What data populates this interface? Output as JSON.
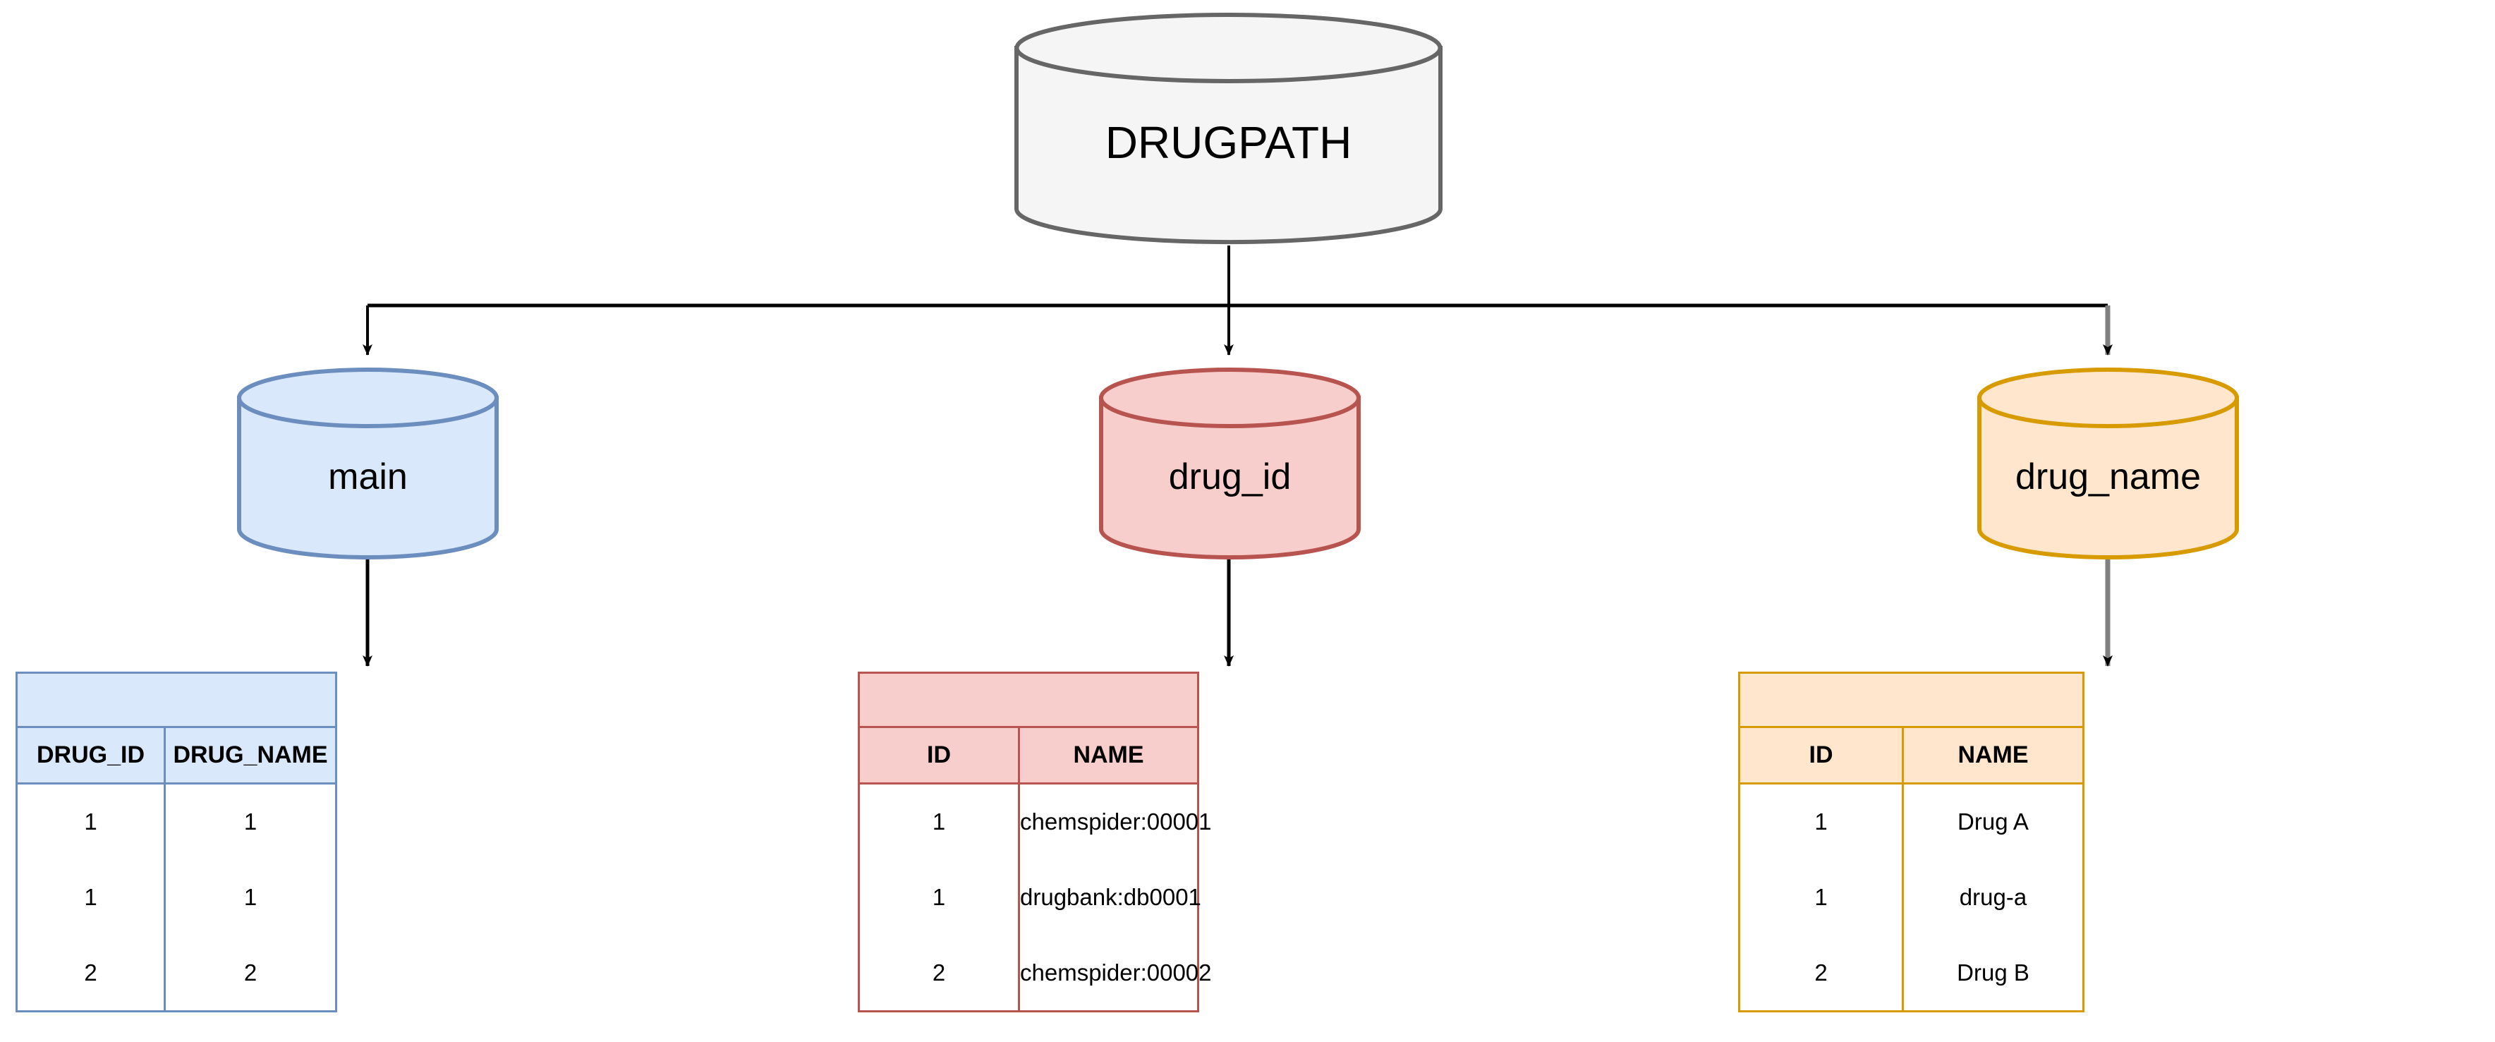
{
  "diagram": {
    "title": "DRUGPATH database table relationship diagram",
    "colors": {
      "root_fill": "#f5f5f5",
      "root_stroke": "#666666",
      "blue_fill": "#dae8fc",
      "blue_stroke": "#6c8ebf",
      "red_fill": "#f8cecc",
      "red_stroke": "#b85450",
      "yellow_fill": "#ffe6cc",
      "yellow_stroke": "#d79b00",
      "edge_black": "#000000",
      "edge_gray": "#808080",
      "table_body": "#ffffff",
      "text": "#000000"
    }
  },
  "nodes": {
    "root": {
      "label": "DRUGPATH"
    },
    "main": {
      "label": "main"
    },
    "drug_id": {
      "label": "drug_id"
    },
    "drug_name": {
      "label": "drug_name"
    }
  },
  "tables": {
    "main": {
      "title": "",
      "columns": [
        "DRUG_ID",
        "DRUG_NAME"
      ],
      "rows": [
        [
          "1",
          "1"
        ],
        [
          "1",
          "1"
        ],
        [
          "2",
          "2"
        ]
      ]
    },
    "drug_id": {
      "title": "",
      "columns": [
        "ID",
        "NAME"
      ],
      "rows": [
        [
          "1",
          "chemspider:00001"
        ],
        [
          "1",
          "drugbank:db0001"
        ],
        [
          "2",
          "chemspider:00002"
        ]
      ]
    },
    "drug_name": {
      "title": "",
      "columns": [
        "ID",
        "NAME"
      ],
      "rows": [
        [
          "1",
          "Drug A"
        ],
        [
          "1",
          "drug-a"
        ],
        [
          "2",
          "Drug B"
        ]
      ]
    }
  }
}
